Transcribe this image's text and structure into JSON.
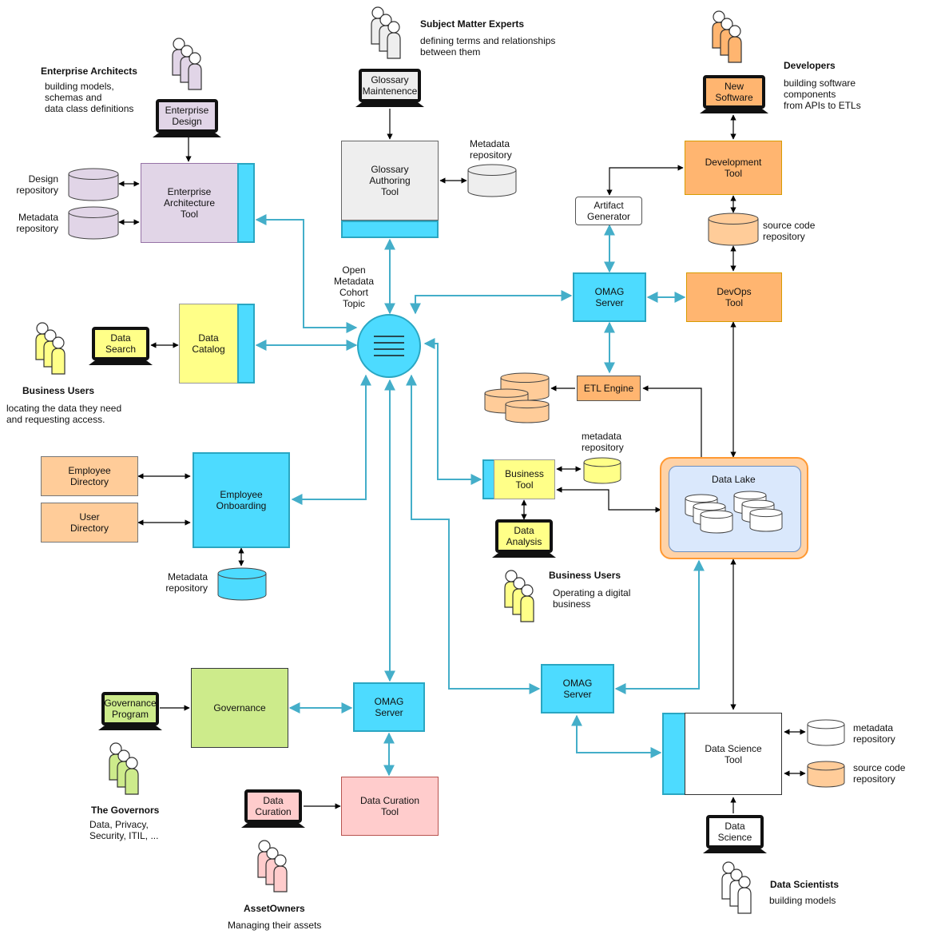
{
  "colors": {
    "cyan": "#4ddbff",
    "cyan_border": "#2aa6c2",
    "purple": "#e1d5e7",
    "orange": "#ffb570",
    "yellow": "#ffff88",
    "green": "#cdeb8b",
    "pink": "#ffcccc",
    "grey": "#eeeeee",
    "peach": "#ffcc99",
    "lake": "#dae8fc",
    "connector_cyan": "#44aec9",
    "connector_black": "#000000"
  },
  "hub": {
    "label": "Open\nMetadata\nCohort\nTopic",
    "icon": "hub-list-icon"
  },
  "actors": {
    "enterprise_architects": {
      "title": "Enterprise Architects",
      "desc": "building models,\nschemas and\ndata class definitions",
      "color": "#e1d5e7"
    },
    "subject_matter_experts": {
      "title": "Subject Matter Experts",
      "desc": "defining terms and relationships\nbetween them",
      "color": "#eeeeee"
    },
    "developers": {
      "title": "Developers",
      "desc": "building software\ncomponents\nfrom APIs to ETLs",
      "color": "#ffb570"
    },
    "business_users_left": {
      "title": "Business Users",
      "desc": "locating the data they need\nand requesting access.",
      "color": "#ffff88"
    },
    "business_users_right": {
      "title": "Business Users",
      "desc": "Operating a digital\nbusiness",
      "color": "#ffff88"
    },
    "governors": {
      "title": "The Governors",
      "desc": "Data, Privacy,\nSecurity, ITIL, ...",
      "color": "#cdeb8b"
    },
    "asset_owners": {
      "title": "AssetOwners",
      "desc": "Managing their assets",
      "color": "#ffcccc"
    },
    "data_scientists": {
      "title": "Data Scientists",
      "desc": "building models",
      "color": "#ffffff"
    }
  },
  "laptops": {
    "enterprise_design": "Enterprise\nDesign",
    "glossary_maintenance": "Glossary\nMaintenence",
    "new_software": "New\nSoftware",
    "data_search": "Data\nSearch",
    "data_analysis": "Data\nAnalysis",
    "governance_program": "Governance\nProgram",
    "data_curation": "Data\nCuration",
    "data_science": "Data\nScience"
  },
  "tools": {
    "enterprise_architecture": "Enterprise\nArchitecture\nTool",
    "glossary_authoring": "Glossary\nAuthoring\nTool",
    "development": "Development\nTool",
    "artifact_generator": "Artifact\nGenerator",
    "omag_server_top": "OMAG\nServer",
    "devops": "DevOps\nTool",
    "data_catalog": "Data\nCatalog",
    "etl_engine": "ETL Engine",
    "business_tool": "Business\nTool",
    "employee_directory": "Employee\nDirectory",
    "user_directory": "User\nDirectory",
    "employee_onboarding": "Employee\nOnboarding",
    "data_lake": "Data Lake",
    "governance": "Governance",
    "omag_server_bottom_left": "OMAG\nServer",
    "omag_server_bottom_right": "OMAG\nServer",
    "data_science": "Data Science\nTool",
    "data_curation": "Data Curation\nTool"
  },
  "repositories": {
    "design_repo": "Design\nrepository",
    "ea_metadata_repo": "Metadata\nrepository",
    "glossary_metadata_repo": "Metadata\nrepository",
    "source_code_repo_top": "source code\nrepository",
    "business_metadata_repo": "metadata\nrepository",
    "onboarding_metadata_repo": "Metadata\nrepository",
    "ds_metadata_repo": "metadata\nrepository",
    "ds_source_code_repo": "source code\nrepository"
  }
}
